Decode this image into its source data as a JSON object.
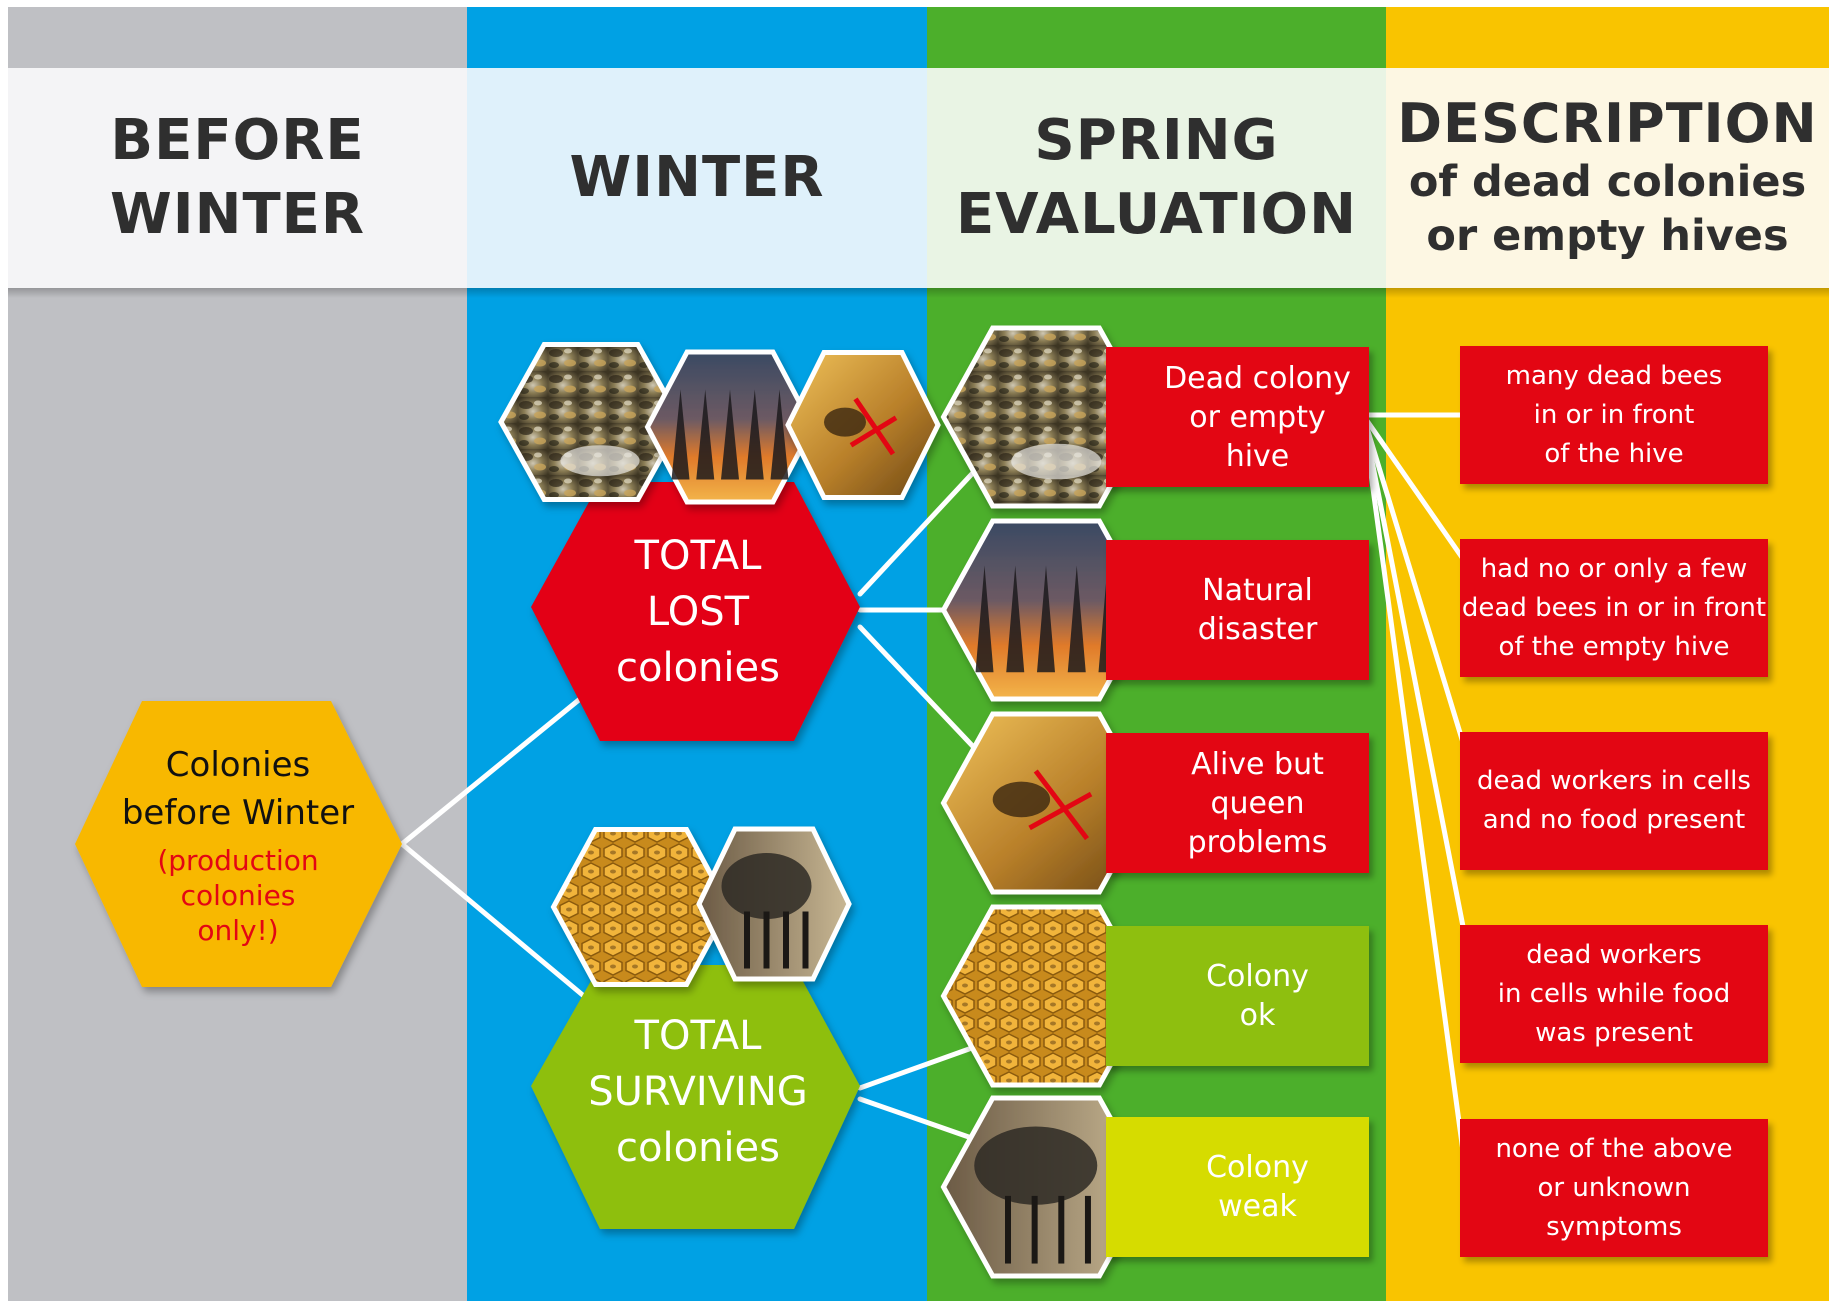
{
  "columns": {
    "before_winter": {
      "title_line1": "BEFORE",
      "title_line2": "WINTER",
      "color": "#bfc0c4",
      "header_bg": "#f4f4f6"
    },
    "winter": {
      "title": "WINTER",
      "color": "#00a1e4",
      "header_bg": "#dff1fb"
    },
    "spring": {
      "title_line1": "SPRING",
      "title_line2": "EVALUATION",
      "color": "#4caf2b",
      "header_bg": "#e9f4e4"
    },
    "description": {
      "title_line1": "DESCRIPTION",
      "title_line2": "of dead colonies",
      "title_line3": "or empty hives",
      "color": "#f9c400",
      "header_bg": "#fdf7e3"
    }
  },
  "start_node": {
    "line1": "Colonies",
    "line2": "before Winter",
    "note1": "(production",
    "note2": "colonies",
    "note3": "only!)",
    "color": "#f8b800"
  },
  "lost_node": {
    "line1": "TOTAL",
    "line2": "LOST",
    "line3": "colonies",
    "color": "#e30613"
  },
  "surviving_node": {
    "line1": "TOTAL",
    "line2": "SURVIVING",
    "line3": "colonies",
    "color": "#8ebf0f"
  },
  "lost_photos": [
    "dead-bees-photo",
    "forest-fire-photo",
    "queen-crossed-photo"
  ],
  "surviving_photos": [
    "honeycomb-bees-photo",
    "weak-frame-photo"
  ],
  "spring_outcomes": [
    {
      "label": "Dead colony or empty hive",
      "lines": [
        "Dead colony",
        "or empty",
        "hive"
      ],
      "color": "#e30613",
      "photo": "dead-bees-photo"
    },
    {
      "label": "Natural disaster",
      "lines": [
        "Natural",
        "disaster"
      ],
      "color": "#e30613",
      "photo": "forest-fire-photo"
    },
    {
      "label": "Alive but queen problems",
      "lines": [
        "Alive but",
        "queen",
        "problems"
      ],
      "color": "#e30613",
      "photo": "queen-crossed-photo"
    },
    {
      "label": "Colony ok",
      "lines": [
        "Colony",
        "ok"
      ],
      "color": "#8ebf0f",
      "photo": "honeycomb-bees-photo"
    },
    {
      "label": "Colony weak",
      "lines": [
        "Colony",
        "weak"
      ],
      "color": "#d6dc00",
      "photo": "weak-frame-photo"
    }
  ],
  "descriptions": [
    {
      "lines": [
        "many dead bees",
        "in or in front",
        "of the hive"
      ]
    },
    {
      "lines": [
        "had no or only a few",
        "dead bees in or in front",
        "of the empty hive"
      ]
    },
    {
      "lines": [
        "dead workers in cells",
        "and no food present"
      ]
    },
    {
      "lines": [
        "dead workers",
        "in cells while food",
        "was present"
      ]
    },
    {
      "lines": [
        "none of the above",
        "or unknown",
        "symptoms"
      ]
    }
  ]
}
